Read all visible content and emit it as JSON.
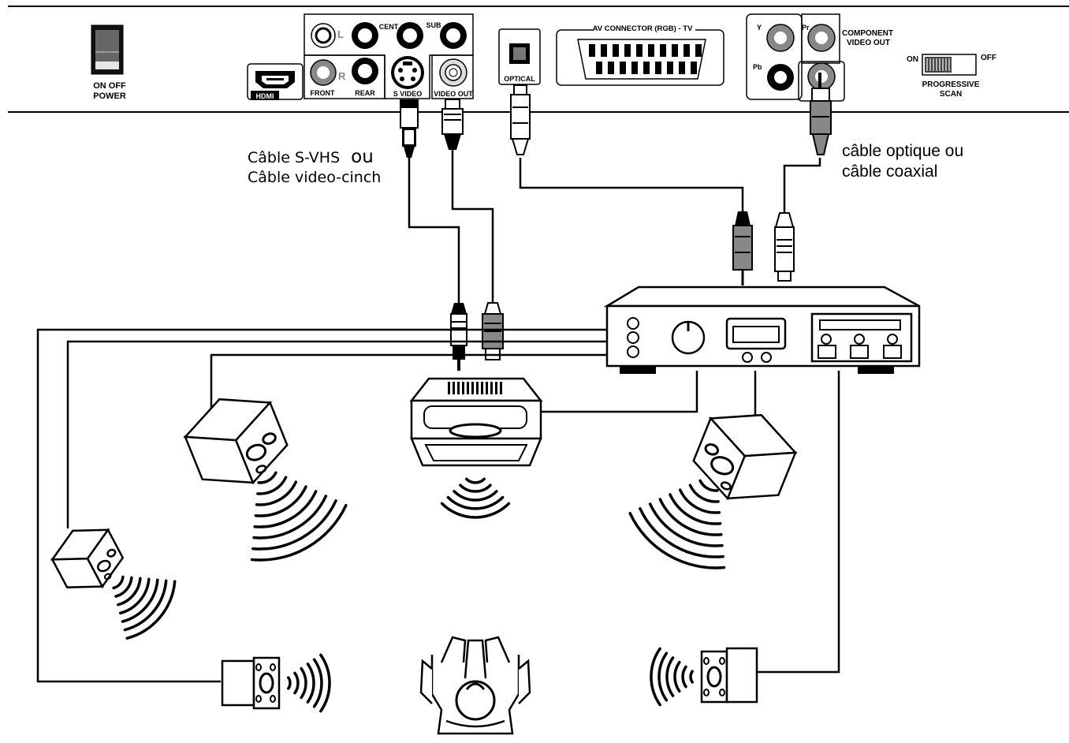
{
  "panel": {
    "power_label_1": "ON OFF",
    "power_label_2": "POWER",
    "hdmi_label": "HDMI",
    "audio": {
      "L": "L",
      "R": "R",
      "cent": "CENT",
      "sub": "SUB",
      "front": "FRONT",
      "rear": "REAR"
    },
    "svideo_label": "S VIDEO",
    "videoout_label": "VIDEO OUT",
    "optical_label": "OPTICAL",
    "scart_label": "AV CONNECTOR (RGB) - TV",
    "component": {
      "y": "Y",
      "pr": "Pr",
      "pb": "Pb",
      "title_1": "COMPONENT",
      "title_2": "VIDEO OUT"
    },
    "progressive": {
      "on": "ON",
      "off": "OFF",
      "label_1": "PROGRESSIVE",
      "label_2": "SCAN"
    }
  },
  "captions": {
    "video_cable_1a": "Câble S-VHS",
    "video_cable_1b": "ou",
    "video_cable_2": "Câble video-cinch",
    "audio_cable_1": "câble optique ou",
    "audio_cable_2": "câble coaxial"
  },
  "colors": {
    "ink": "#000000",
    "paper": "#ffffff"
  }
}
